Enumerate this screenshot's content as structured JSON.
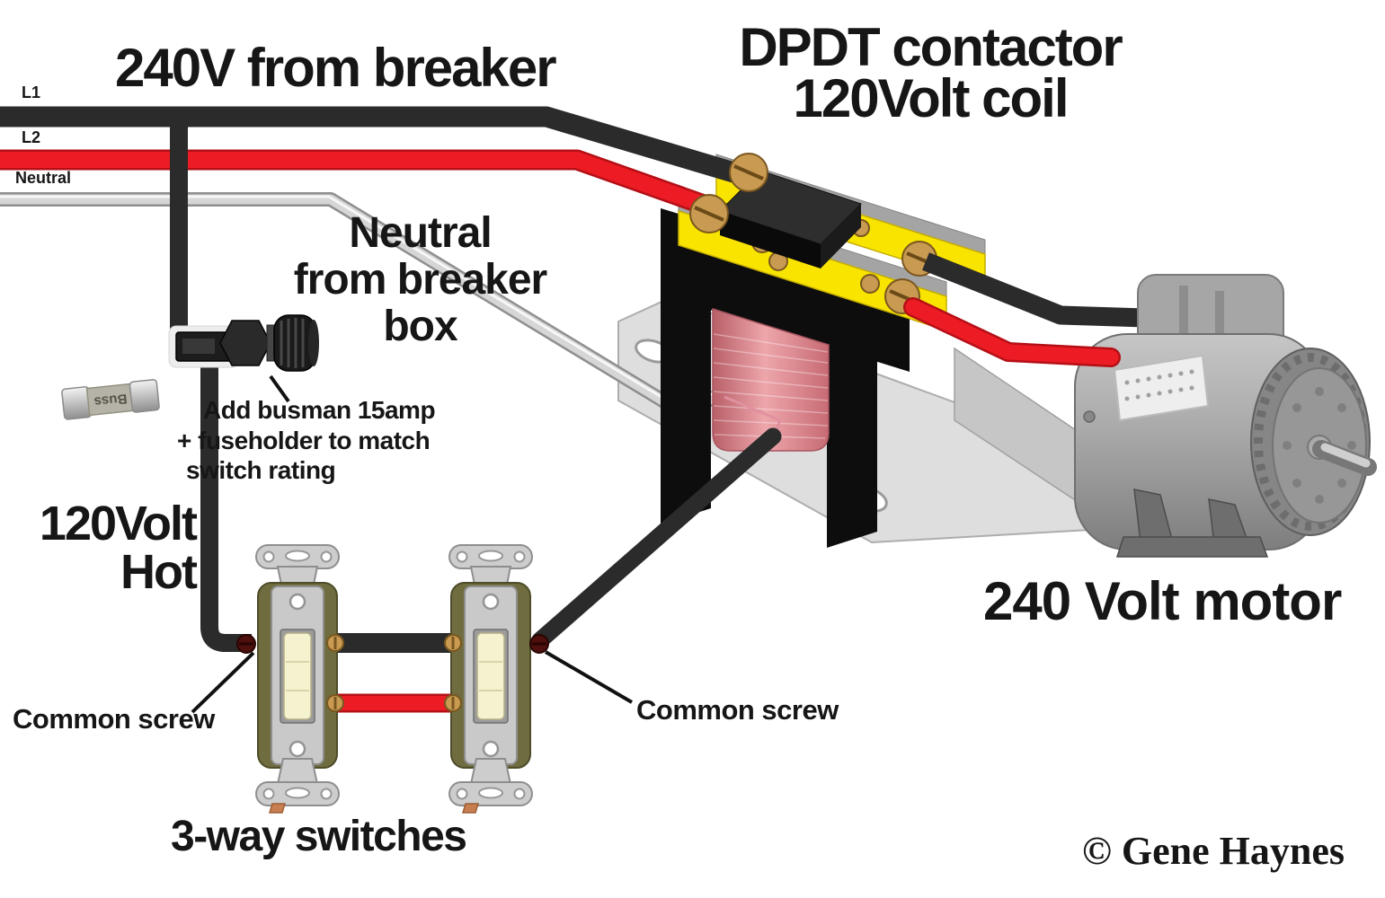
{
  "header": {
    "breaker_title": "240V from breaker",
    "contactor_title_line1": "DPDT contactor",
    "contactor_title_line2": "120Volt coil"
  },
  "wire_labels": {
    "l1": "L1",
    "l2": "L2",
    "neutral": "Neutral"
  },
  "neutral_note": {
    "line1": "Neutral",
    "line2": "from breaker",
    "line3": "box"
  },
  "fuse_note": {
    "line1": "Add busman 15amp",
    "line2": "+ fuseholder to match",
    "line3": "switch rating"
  },
  "hot_label": {
    "line1": "120Volt",
    "line2": "Hot"
  },
  "callouts": {
    "common_screw_left": "Common screw",
    "common_screw_right": "Common screw"
  },
  "switches_title": "3-way switches",
  "motor_title": "240 Volt motor",
  "copyright": "© Gene Haynes",
  "fuse": {
    "brand": "Buss"
  },
  "colors": {
    "wire-black": "#2b2b2b",
    "wire-red": "#ed1c24",
    "wire-neutral": "#d6d6d6",
    "terminal-yellow": "#f9e400",
    "coil-pink": "#d98a90",
    "switch-olive": "#6f6d40",
    "strap-gray": "#cdcdcd",
    "brass": "#c89a52",
    "screw-maroon": "#4e100c",
    "motor-gray": "#a8a8a8",
    "text-black": "#161616"
  }
}
